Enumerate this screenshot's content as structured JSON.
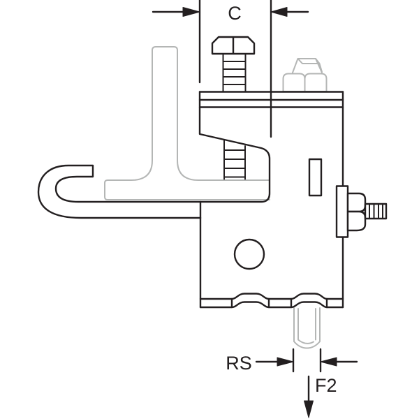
{
  "labels": {
    "dimension_c": "C",
    "dimension_rs": "RS",
    "force_f2": "F2"
  },
  "colors": {
    "line": "#231f20",
    "light_gray": "#b4b6b5",
    "background": "#ffffff"
  }
}
